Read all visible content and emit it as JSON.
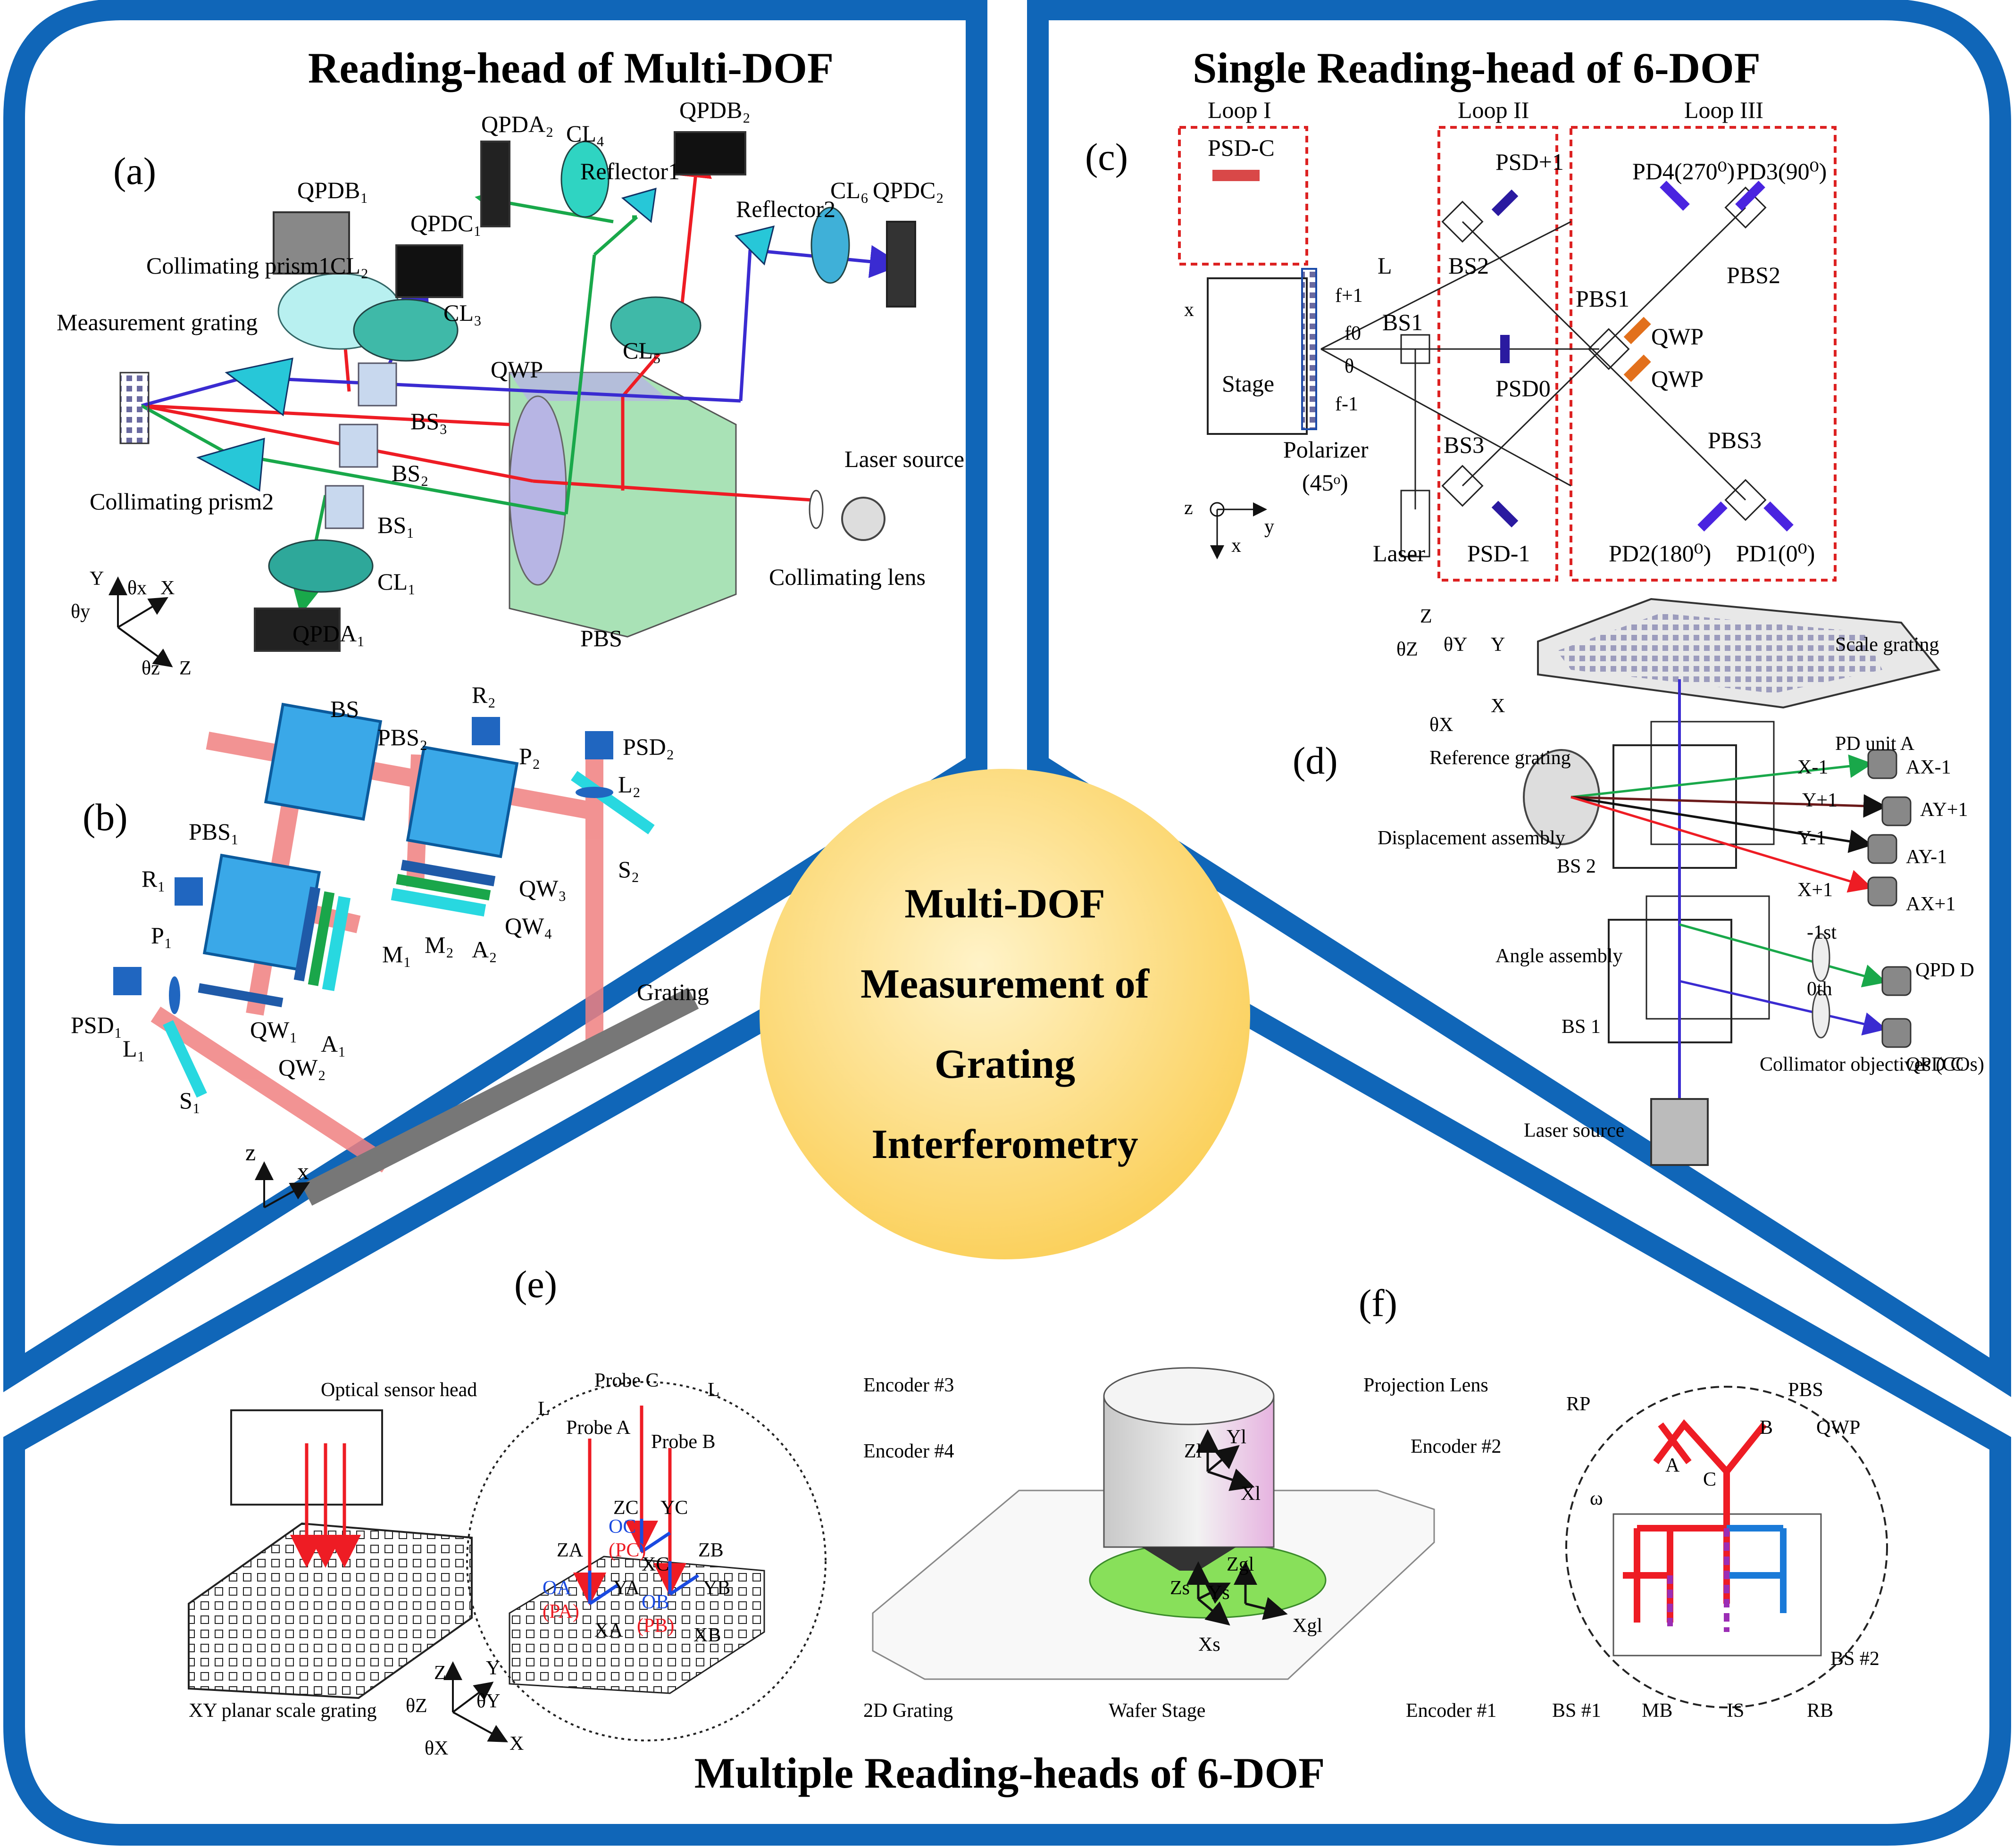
{
  "colors": {
    "frame_blue": "#1066b8",
    "beam_red": "#ee1c24",
    "beam_green": "#19a84a",
    "beam_blue": "#3a2bd1",
    "beam_pink": "#f08080",
    "prism_cyan": "#27c7d8",
    "center_gold": "#fbd15e",
    "pbs_green": "#a9e2b6",
    "pbs_lavender": "#b7b5e4",
    "orange": "#e2701c",
    "purple": "#9b2db5",
    "wafer_green": "#88e05a"
  },
  "titles": {
    "top_left": "Reading-head of Multi-DOF",
    "top_right": "Single Reading-head of 6-DOF",
    "bottom": "Multiple Reading-heads of 6-DOF"
  },
  "center": {
    "line1": "Multi-DOF",
    "line2": "Measurement  of",
    "line3": "Grating",
    "line4": "Interferometry"
  },
  "panels": {
    "a": {
      "label": "(a)",
      "parts": {
        "qpdb1": "QPDB₁",
        "qpdc1": "QPDC₁",
        "qpda2": "QPDA₂",
        "cl4": "CL₄",
        "reflector1": "Reflector1",
        "qpdb2": "QPDB₂",
        "reflector2": "Reflector2",
        "cl6": "CL₆",
        "qpdc2": "QPDC₂",
        "collimating_prism1": "Collimating\nprism1",
        "cl2": "CL₂",
        "cl3": "CL₃",
        "measurement_grating": "Measurement\ngrating",
        "cl5": "CL₅",
        "qwp": "QWP",
        "bs3": "BS₃",
        "bs2": "BS₂",
        "bs1": "BS₁",
        "collimating_prism2": "Collimating\nprism2",
        "laser_source": "Laser source",
        "cl1": "CL₁",
        "collimating_lens": "Collimating lens",
        "qpda1": "QPDA₁",
        "pbs": "PBS",
        "ax_y": "Y",
        "ax_thx": "θx",
        "ax_x": "X",
        "ax_thy": "θy",
        "ax_thz": "θz",
        "ax_z": "Z"
      }
    },
    "b": {
      "label": "(b)",
      "parts": {
        "bs": "BS",
        "pbs2": "PBS₂",
        "r2": "R₂",
        "p2": "P₂",
        "psd2": "PSD₂",
        "l2": "L₂",
        "pbs1": "PBS₁",
        "r1": "R₁",
        "p1": "P₁",
        "qw3": "QW₃",
        "qw4": "QW₄",
        "s2": "S₂",
        "m2": "M₂",
        "a2": "A₂",
        "m1": "M₁",
        "psd1": "PSD₁",
        "l1": "L₁",
        "qw1": "QW₁",
        "qw2": "QW₂",
        "a1": "A₁",
        "s1": "S₁",
        "grating": "Grating",
        "ax_z": "z",
        "ax_x": "x"
      }
    },
    "c": {
      "label": "(c)",
      "parts": {
        "loop1": "Loop I",
        "loop2": "Loop II",
        "loop3": "Loop III",
        "psdc": "PSD-C",
        "psdp1": "PSD+1",
        "pd4": "PD4(270⁰)",
        "pd3": "PD3(90⁰)",
        "L": "L",
        "bs2": "BS2",
        "pbs2": "PBS2",
        "pbs1": "PBS1",
        "qwp_top": "QWP",
        "qwp_bot": "QWP",
        "bs1": "BS1",
        "psd0": "PSD0",
        "stage": "Stage",
        "x": "x",
        "fp1": "f+1",
        "f0": "f0",
        "fm1": "f-1",
        "theta": "θ",
        "polarizer": "Polarizer",
        "polarizer_angle": "(45ᵒ)",
        "bs3": "BS3",
        "pbs3": "PBS3",
        "laser": "Laser",
        "psdm1": "PSD-1",
        "pd2": "PD2(180⁰)",
        "pd1": "PD1(0⁰)",
        "ax_z": "z",
        "ax_y": "y",
        "ax_x": "x"
      }
    },
    "d": {
      "label": "(d)",
      "parts": {
        "scale_grating": "Scale grating",
        "ax_z": "Z",
        "ax_thz": "θZ",
        "ax_thy": "θY",
        "ax_y": "Y",
        "ax_x": "X",
        "ax_thx": "θX",
        "pd_unit": "PD unit A",
        "reference_grating": "Reference\ngrating",
        "x_m1": "X-1",
        "ax_m1": "AX-1",
        "y_p1": "Y+1",
        "ay_p1": "AY+1",
        "displacement": "Displacement\nassembly",
        "y_m1": "Y-1",
        "ay_m1": "AY-1",
        "bs2": "BS 2",
        "x_p1": "X+1",
        "ax_p1": "AX+1",
        "angle": "Angle\nassembly",
        "first": "-1st",
        "qpd_d": "QPD D",
        "zeroth": "0th",
        "bs1": "BS 1",
        "qpd_c": "QPD C",
        "collimator": "Collimator\nobjectives\n(COs)",
        "laser_source": "Laser source"
      }
    },
    "e": {
      "label": "(e)",
      "parts": {
        "sensor_head": "Optical sensor head",
        "probe_c": "Probe C",
        "L1": "L",
        "L2": "L",
        "probe_a": "Probe A",
        "probe_b": "Probe B",
        "zc": "ZC",
        "yc": "YC",
        "oc": "OC",
        "pc": "(PC)",
        "za": "ZA",
        "xc": "XC",
        "zb": "ZB",
        "oa": "OA",
        "ya": "YA",
        "ob": "OB",
        "yb": "YB",
        "pa": "(PA)",
        "xa": "XA",
        "pb": "(PB)",
        "xb": "XB",
        "scale": "XY planar scale grating",
        "ax_z": "Z",
        "ax_y": "Y",
        "ax_thz": "θZ",
        "ax_thy": "θY",
        "ax_thx": "θX",
        "ax_x": "X"
      }
    },
    "f": {
      "label": "(f)",
      "parts": {
        "enc3": "Encoder #3",
        "proj": "Projection Lens",
        "enc4": "Encoder #4",
        "enc2": "Encoder #2",
        "zl": "Zl",
        "yl": "Yl",
        "xl": "Xl",
        "zs": "Zs",
        "ys": "Ys",
        "zg": "Zgl",
        "xs": "Xs",
        "xg": "Xgl",
        "grating2d": "2D Grating",
        "wafer": "Wafer Stage",
        "enc1": "Encoder #1",
        "rp": "RP",
        "pbs": "PBS",
        "qwp": "QWP",
        "b": "B",
        "a": "A",
        "c": "C",
        "omega": "ω",
        "bs1": "BS #1",
        "mb": "MB",
        "is": "IS",
        "rb": "RB",
        "bs2": "BS #2"
      }
    }
  }
}
